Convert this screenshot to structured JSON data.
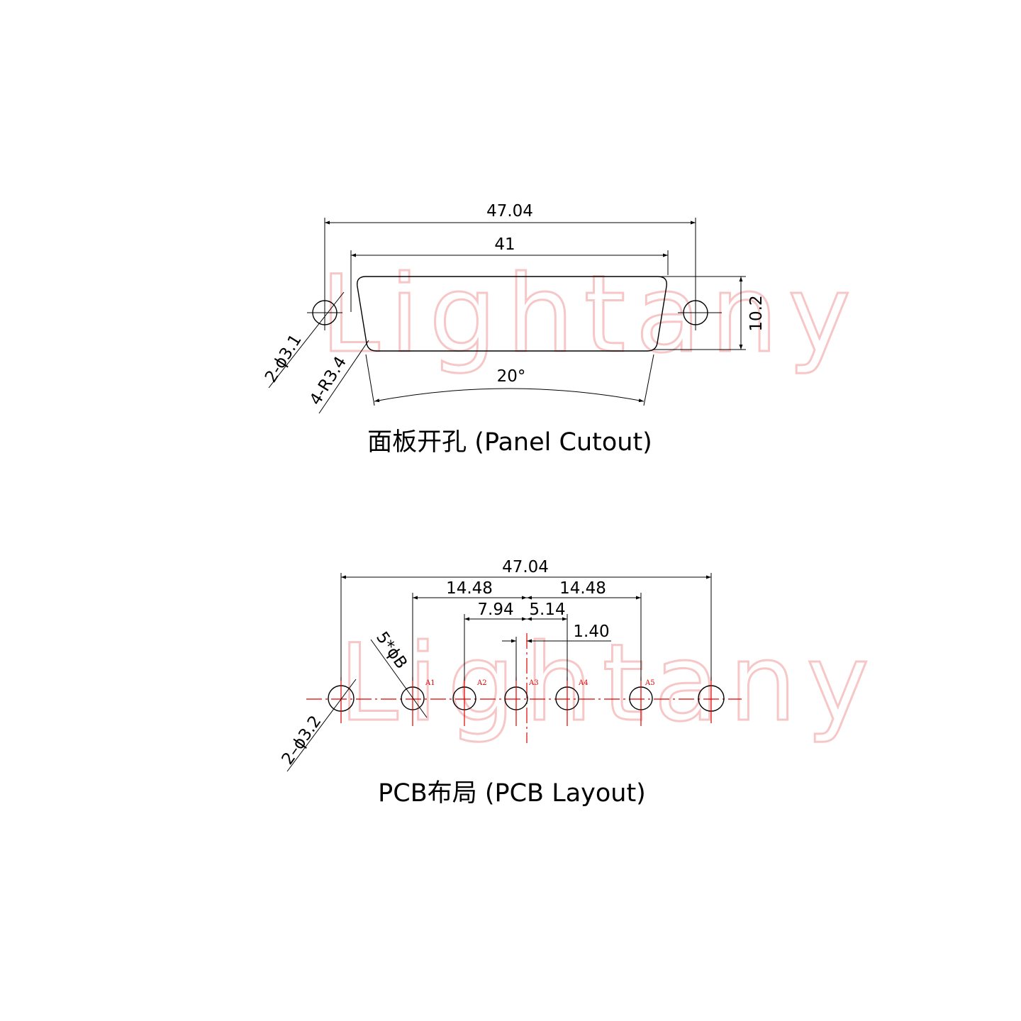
{
  "watermark": "Lightany",
  "panel": {
    "caption": "面板开孔 (Panel Cutout)",
    "dims": {
      "overall": "47.04",
      "body": "41",
      "height": "10.2",
      "angle": "20°",
      "hole": "2-ϕ3.1",
      "corner_radius": "4-R3.4"
    }
  },
  "pcb": {
    "caption": "PCB布局 (PCB Layout)",
    "dims": {
      "overall": "47.04",
      "left_span": "14.48",
      "right_span": "14.48",
      "left_inner": "7.94",
      "right_inner": "5.14",
      "offset": "1.40",
      "pin_hole": "5*ϕB",
      "mount_hole": "2–ϕ3.2"
    },
    "pins": [
      "A1",
      "A2",
      "A3",
      "A4",
      "A5"
    ]
  },
  "colors": {
    "line": "#000000",
    "centerline": "#e00000",
    "watermark": "#f7c6c6"
  }
}
